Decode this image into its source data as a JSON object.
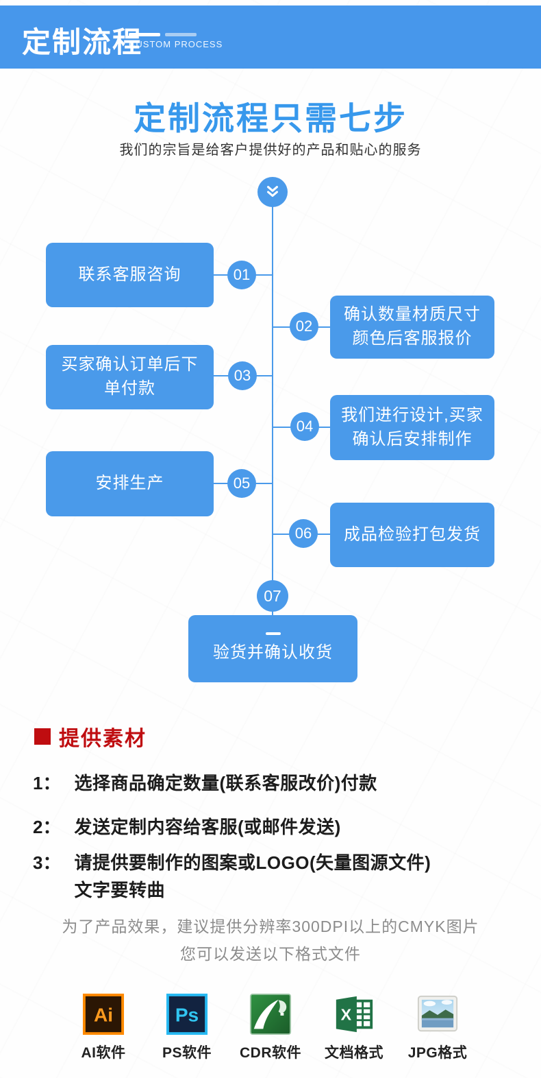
{
  "header": {
    "title": "定制流程",
    "subtitle_en": "CUSTOM PROCESS"
  },
  "hero": {
    "title": "定制流程只需七步",
    "subtitle": "我们的宗旨是给客户提供好的产品和贴心的服务"
  },
  "flow": {
    "start_icon": "double-chevron-down-icon",
    "steps": [
      {
        "num": "01",
        "label": "联系客服咨询",
        "side": "left"
      },
      {
        "num": "02",
        "label": "确认数量材质尺寸\n颜色后客服报价",
        "side": "right"
      },
      {
        "num": "03",
        "label": "买家确认订单后下\n单付款",
        "side": "left"
      },
      {
        "num": "04",
        "label": "我们进行设计,买家\n确认后安排制作",
        "side": "right"
      },
      {
        "num": "05",
        "label": "安排生产",
        "side": "left"
      },
      {
        "num": "06",
        "label": "成品检验打包发货",
        "side": "right"
      },
      {
        "num": "07",
        "label": "验货并确认收货",
        "side": "bottom"
      }
    ]
  },
  "materials": {
    "title": "提供素材",
    "items": [
      {
        "num": "1：",
        "text": "选择商品确定数量(联系客服改价)付款"
      },
      {
        "num": "2：",
        "text": "发送定制内容给客服(或邮件发送)"
      },
      {
        "num": "3：",
        "text": "请提供要制作的图案或LOGO(矢量图源文件)\n文字要转曲"
      }
    ],
    "note_line1": "为了产品效果，建议提供分辨率300DPI以上的CMYK图片",
    "note_line2": "您可以发送以下格式文件"
  },
  "formats": [
    {
      "icon": "adobe-illustrator-icon",
      "glyph": "Ai",
      "label": "AI软件"
    },
    {
      "icon": "adobe-photoshop-icon",
      "glyph": "Ps",
      "label": "PS软件"
    },
    {
      "icon": "coreldraw-icon",
      "label": "CDR软件"
    },
    {
      "icon": "excel-document-icon",
      "glyph": "X",
      "label": "文档格式"
    },
    {
      "icon": "jpg-photo-icon",
      "label": "JPG格式"
    }
  ],
  "colors": {
    "primary_blue": "#4A9AEA",
    "header_blue": "#4797EB",
    "title_blue": "#3798EC",
    "accent_red": "#BF0D10",
    "note_gray": "#8C8C8C",
    "ai_orange": "#FF8A00",
    "ps_cyan": "#2FC3F7",
    "cdr_green": "#237A34",
    "excel_green": "#217346"
  }
}
